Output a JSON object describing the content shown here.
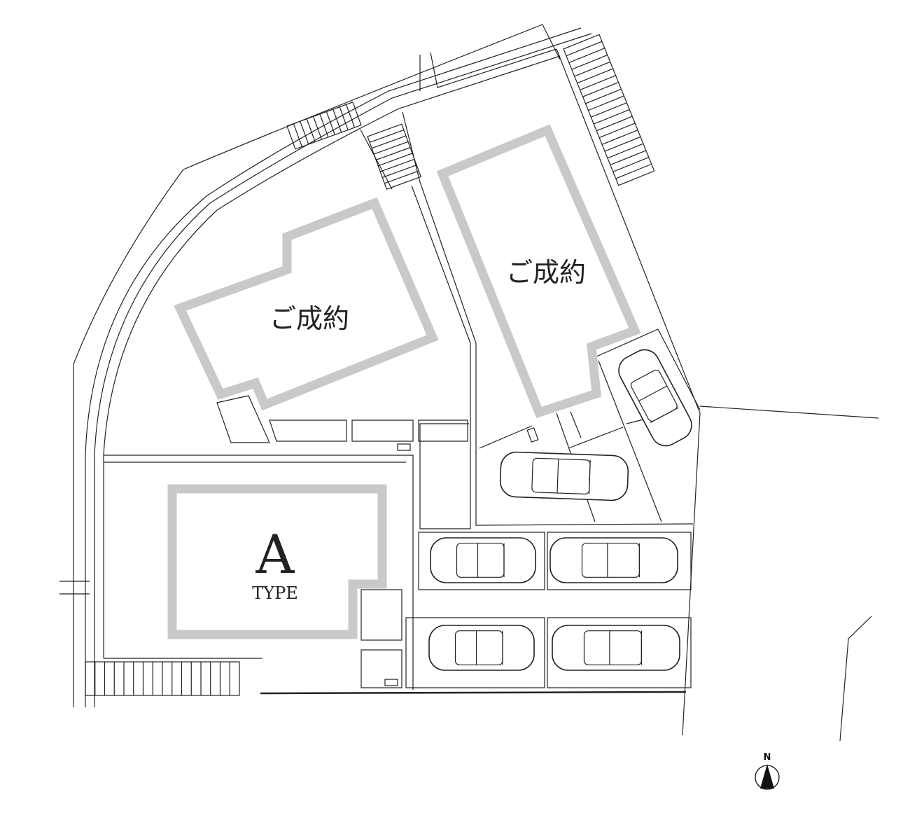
{
  "lots": [
    {
      "label": "ご成約"
    },
    {
      "label": "ご成約"
    },
    {
      "label": "A",
      "sublabel": "TYPE"
    }
  ],
  "compass": {
    "label": "N",
    "icon": "north-arrow-icon"
  },
  "colors": {
    "building_outline": "#c9c9c9",
    "line": "#222222"
  }
}
